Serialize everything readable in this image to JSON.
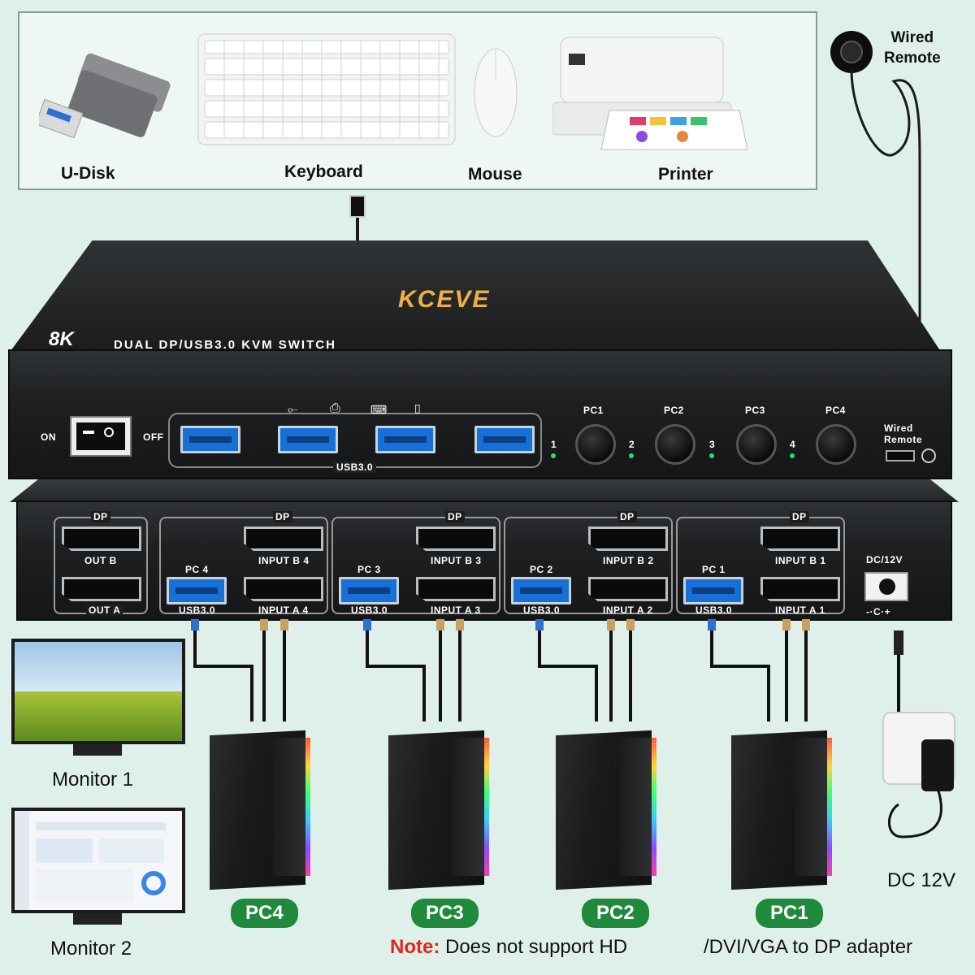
{
  "peripherals": {
    "udisk": "U-Disk",
    "keyboard": "Keyboard",
    "mouse": "Mouse",
    "printer": "Printer",
    "wired_remote": "Wired\nRemote"
  },
  "front_unit": {
    "brand": "KCEVE",
    "badge": "8K",
    "model": "DUAL DP/USB3.0 KVM SWITCH",
    "power_on": "ON",
    "power_off": "OFF",
    "usb_group_label": "USB3.0",
    "pc_buttons": [
      {
        "label": "PC1",
        "led": "1"
      },
      {
        "label": "PC2",
        "led": "2"
      },
      {
        "label": "PC3",
        "led": "3"
      },
      {
        "label": "PC4",
        "led": "4"
      }
    ],
    "wired_remote_label": "Wired\nRemote"
  },
  "rear_unit": {
    "out": {
      "dp": "DP",
      "out_b": "OUT B",
      "out_a": "OUT A"
    },
    "groups": [
      {
        "pc": "PC 4",
        "dp": "DP",
        "input_b": "INPUT B 4",
        "usb": "USB3.0",
        "input_a": "INPUT A 4"
      },
      {
        "pc": "PC 3",
        "dp": "DP",
        "input_b": "INPUT B 3",
        "usb": "USB3.0",
        "input_a": "INPUT A 3"
      },
      {
        "pc": "PC 2",
        "dp": "DP",
        "input_b": "INPUT B 2",
        "usb": "USB3.0",
        "input_a": "INPUT A 2"
      },
      {
        "pc": "PC 1",
        "dp": "DP",
        "input_b": "INPUT B 1",
        "usb": "USB3.0",
        "input_a": "INPUT A 1"
      }
    ],
    "dc_label": "DC/12V",
    "dc_polarity": "-·C·+"
  },
  "monitors": {
    "m1": "Monitor 1",
    "m2": "Monitor 2"
  },
  "pcs": [
    "PC4",
    "PC3",
    "PC2",
    "PC1"
  ],
  "power": {
    "label": "DC 12V"
  },
  "note": {
    "prefix": "Note:",
    "text": " Does not support HD",
    "text2": "/DVI/VGA to DP adapter"
  },
  "colors": {
    "pill_green": "#1f8a3c",
    "note_red": "#e0231c",
    "usb_blue": "#1670d8",
    "led_green": "#27e06a"
  }
}
